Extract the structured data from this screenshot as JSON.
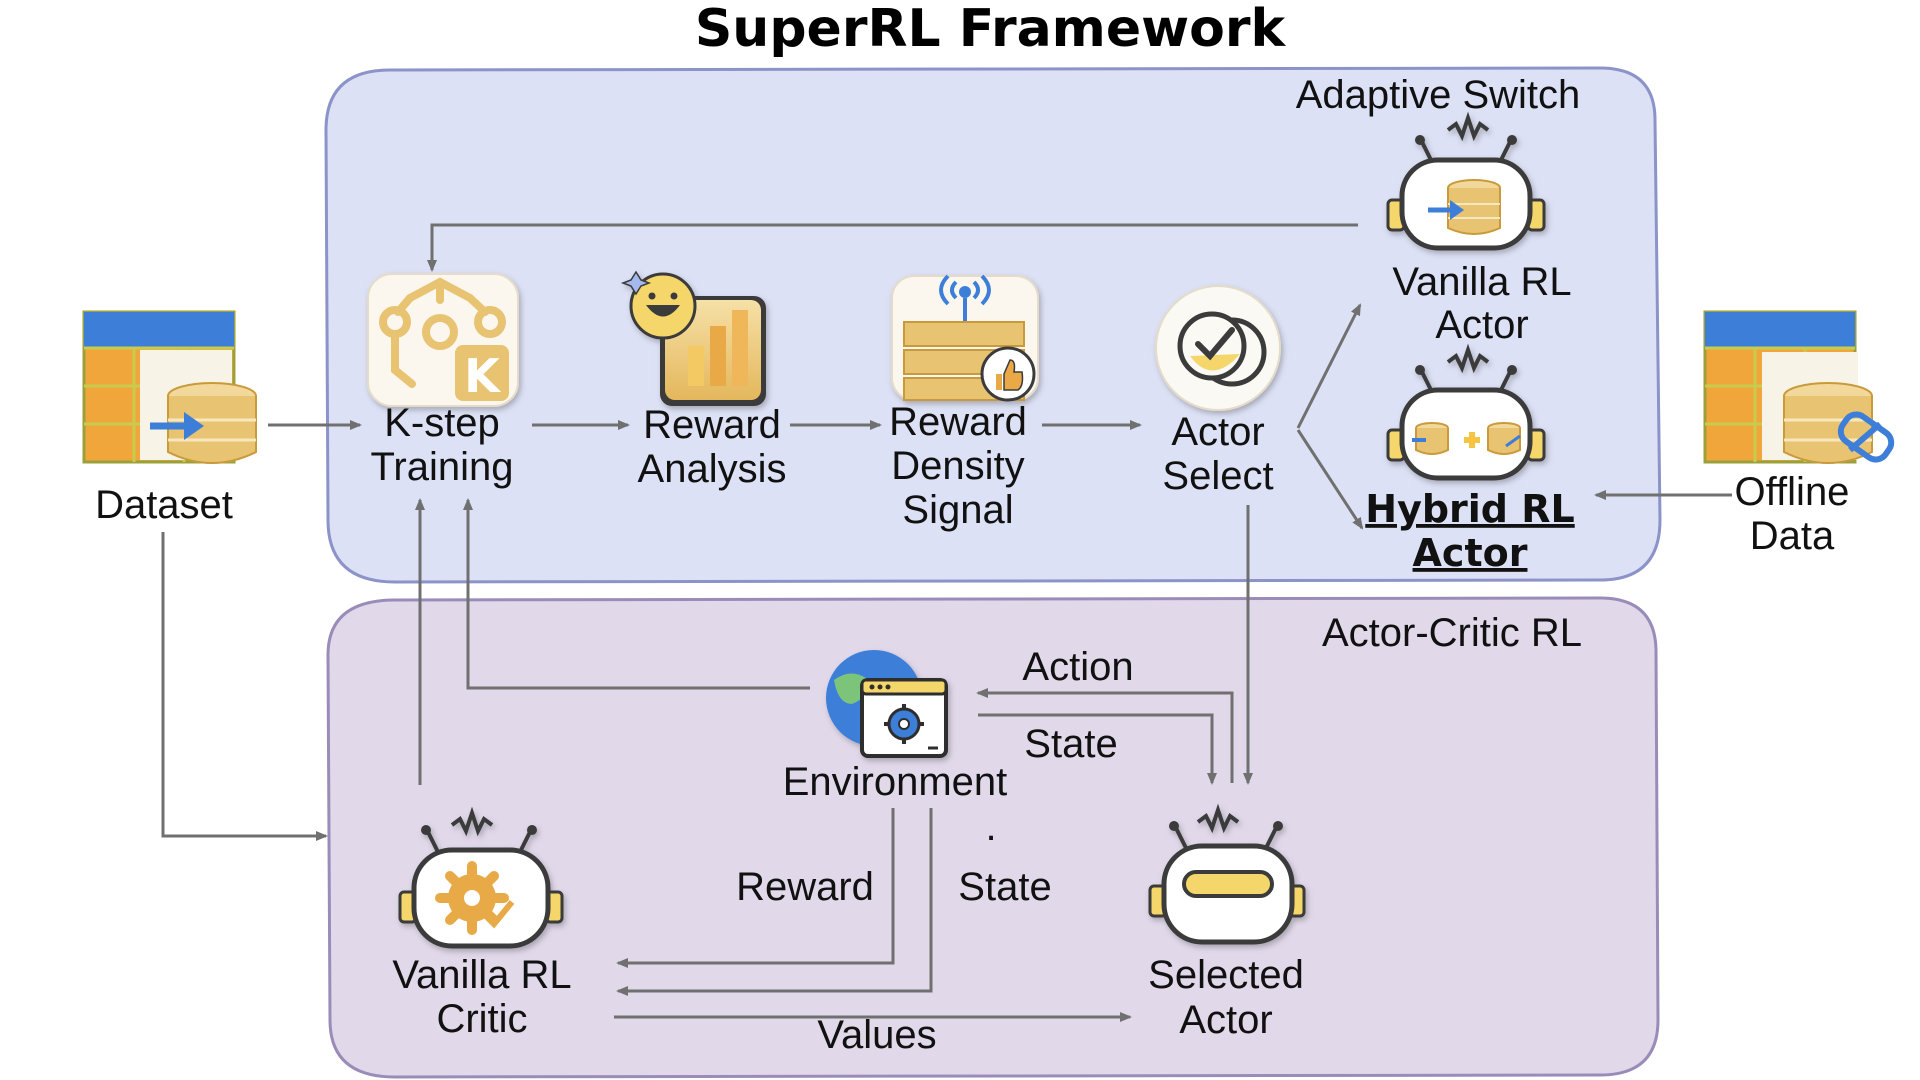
{
  "title": "SuperRL Framework",
  "regions": {
    "adaptive_switch": "Adaptive Switch",
    "actor_critic": "Actor-Critic RL"
  },
  "nodes": {
    "dataset": "Dataset",
    "kstep_line1": "K-step",
    "kstep_line2": "Training",
    "reward_analysis_line1": "Reward",
    "reward_analysis_line2": "Analysis",
    "rds_line1": "Reward",
    "rds_line2": "Density",
    "rds_line3": "Signal",
    "actor_select_line1": "Actor",
    "actor_select_line2": "Select",
    "vanilla_actor_line1": "Vanilla RL",
    "vanilla_actor_line2": "Actor",
    "hybrid_actor_line1": "Hybrid RL",
    "hybrid_actor_line2": "Actor",
    "offline_line1": "Offline",
    "offline_line2": "Data",
    "environment": "Environment",
    "critic_line1": "Vanilla RL",
    "critic_line2": "Critic",
    "selected_line1": "Selected",
    "selected_line2": "Actor"
  },
  "edges": {
    "action": "Action",
    "state_top": "State",
    "reward": "Reward",
    "state_bottom": "State",
    "values": "Values",
    "dot": "."
  },
  "icons": {
    "kstep_k": "K"
  },
  "colors": {
    "adaptive_region": "#dde1f5",
    "actor_critic_region": "#e1d9ea",
    "gold": "#e8c372",
    "gold_dark": "#c99a3a",
    "arrow": "#707070"
  }
}
